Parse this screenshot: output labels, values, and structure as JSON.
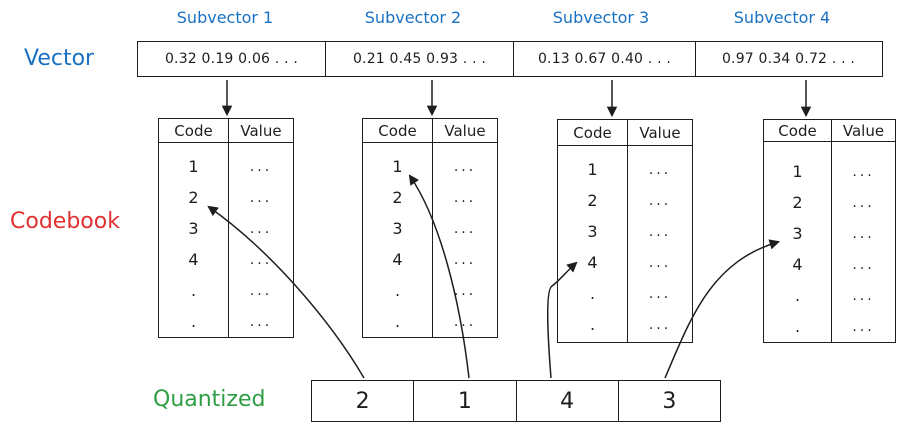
{
  "subvector_headers": [
    "Subvector 1",
    "Subvector 2",
    "Subvector 3",
    "Subvector 4"
  ],
  "labels": {
    "vector": "Vector",
    "codebook": "Codebook",
    "quantized": "Quantized"
  },
  "vector_segments": [
    "0.32  0.19  0.06 . . .",
    "0.21  0.45  0.93 . . .",
    "0.13  0.67  0.40 . . .",
    "0.97  0.34  0.72 . . ."
  ],
  "codebook_headers": {
    "code": "Code",
    "value": "Value"
  },
  "codebooks": [
    {
      "codes": [
        "1",
        "2",
        "3",
        "4",
        ".",
        "."
      ],
      "values": [
        "...",
        "...",
        "...",
        "...",
        "...",
        "..."
      ]
    },
    {
      "codes": [
        "1",
        "2",
        "3",
        "4",
        ".",
        "."
      ],
      "values": [
        "...",
        "...",
        "...",
        "...",
        "...",
        "..."
      ]
    },
    {
      "codes": [
        "1",
        "2",
        "3",
        "4",
        ".",
        "."
      ],
      "values": [
        "...",
        "...",
        "...",
        "...",
        "...",
        "..."
      ]
    },
    {
      "codes": [
        "1",
        "2",
        "3",
        "4",
        ".",
        "."
      ],
      "values": [
        "...",
        "...",
        "...",
        "...",
        "...",
        "..."
      ]
    }
  ],
  "quantized_codes": [
    "2",
    "1",
    "4",
    "3"
  ],
  "colors": {
    "subvector": "#1971c2",
    "vector": "#1971c2",
    "codebook": "#e03131",
    "quantized": "#2f9e44",
    "stroke": "#1e1e1e"
  }
}
